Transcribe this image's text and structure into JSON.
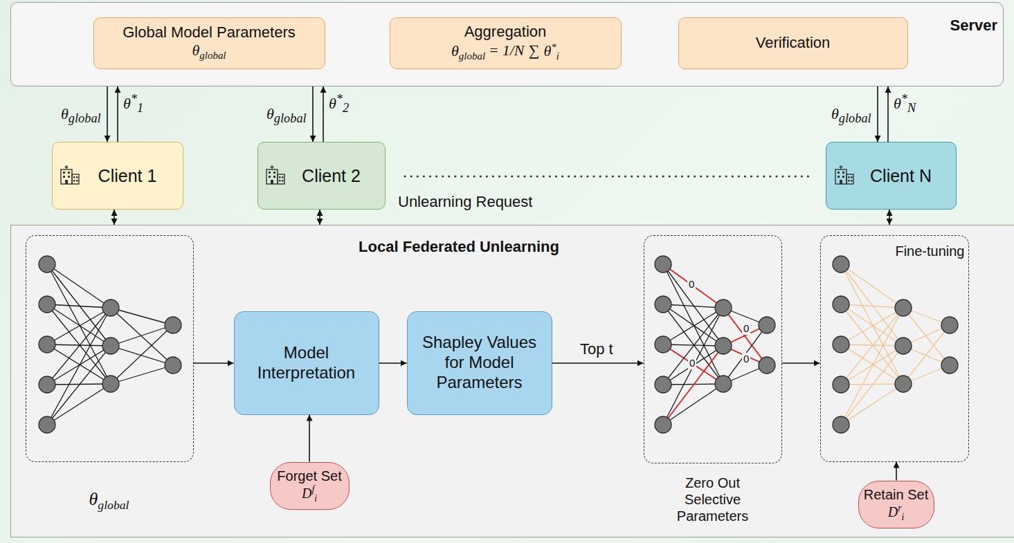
{
  "diagram": {
    "nodes": [
      {
        "text": [
          "Server"
        ]
      },
      {
        "text": [
          "Global Model Parameters",
          "θglobal"
        ],
        "in": 0
      },
      {
        "text": [
          "Aggregation",
          "θglobal = 1/N ∑ θ*i"
        ],
        "in": 0
      },
      {
        "text": [
          "Verification"
        ],
        "in": 0
      },
      {
        "text": [
          "Client 1"
        ]
      },
      {
        "text": [
          "Client 2"
        ]
      },
      {
        "text": [
          "Client N"
        ]
      },
      {
        "text": [
          "Local Federated Unlearning"
        ]
      },
      {
        "text": [
          "θglobal"
        ],
        "in": 7
      },
      {
        "text": [
          "Model Interpretation"
        ],
        "in": 7
      },
      {
        "text": [
          "Shapley Values for Model Parameters"
        ],
        "in": 7
      },
      {
        "text": [
          "Zero Out Selective Parameters"
        ],
        "in": 7
      },
      {
        "text": [
          "Fine-tuning"
        ],
        "in": 7
      },
      {
        "text": [
          "Forget Set",
          "Dfi"
        ],
        "in": 7
      },
      {
        "text": [
          "Retain Set",
          "Dri"
        ],
        "in": 7
      }
    ],
    "edges": [
      {
        "from": 0,
        "to": 4,
        "arrow": "to",
        "label": "θglobal"
      },
      {
        "from": 4,
        "to": 0,
        "arrow": "to",
        "label": "θ*1"
      },
      {
        "from": 0,
        "to": 5,
        "arrow": "to",
        "label": "θglobal"
      },
      {
        "from": 5,
        "to": 0,
        "arrow": "to",
        "label": "θ*2"
      },
      {
        "from": 0,
        "to": 6,
        "arrow": "to",
        "label": "θglobal"
      },
      {
        "from": 6,
        "to": 0,
        "arrow": "to",
        "label": "θ*N"
      },
      {
        "from": 4,
        "to": 7,
        "arrow": "both"
      },
      {
        "from": 5,
        "to": 7,
        "arrow": "both"
      },
      {
        "from": 6,
        "to": 7,
        "arrow": "both"
      },
      {
        "from": 8,
        "to": 9,
        "arrow": "to"
      },
      {
        "from": 9,
        "to": 10,
        "arrow": "to"
      },
      {
        "from": 10,
        "to": 11,
        "arrow": "to",
        "label": "Top t"
      },
      {
        "from": 11,
        "to": 12,
        "arrow": "to"
      },
      {
        "from": 13,
        "to": 9,
        "arrow": "to"
      },
      {
        "from": 14,
        "to": 12,
        "arrow": "to"
      }
    ],
    "labels": [
      "Unlearning Request",
      "0",
      "0",
      "0",
      "0"
    ]
  }
}
